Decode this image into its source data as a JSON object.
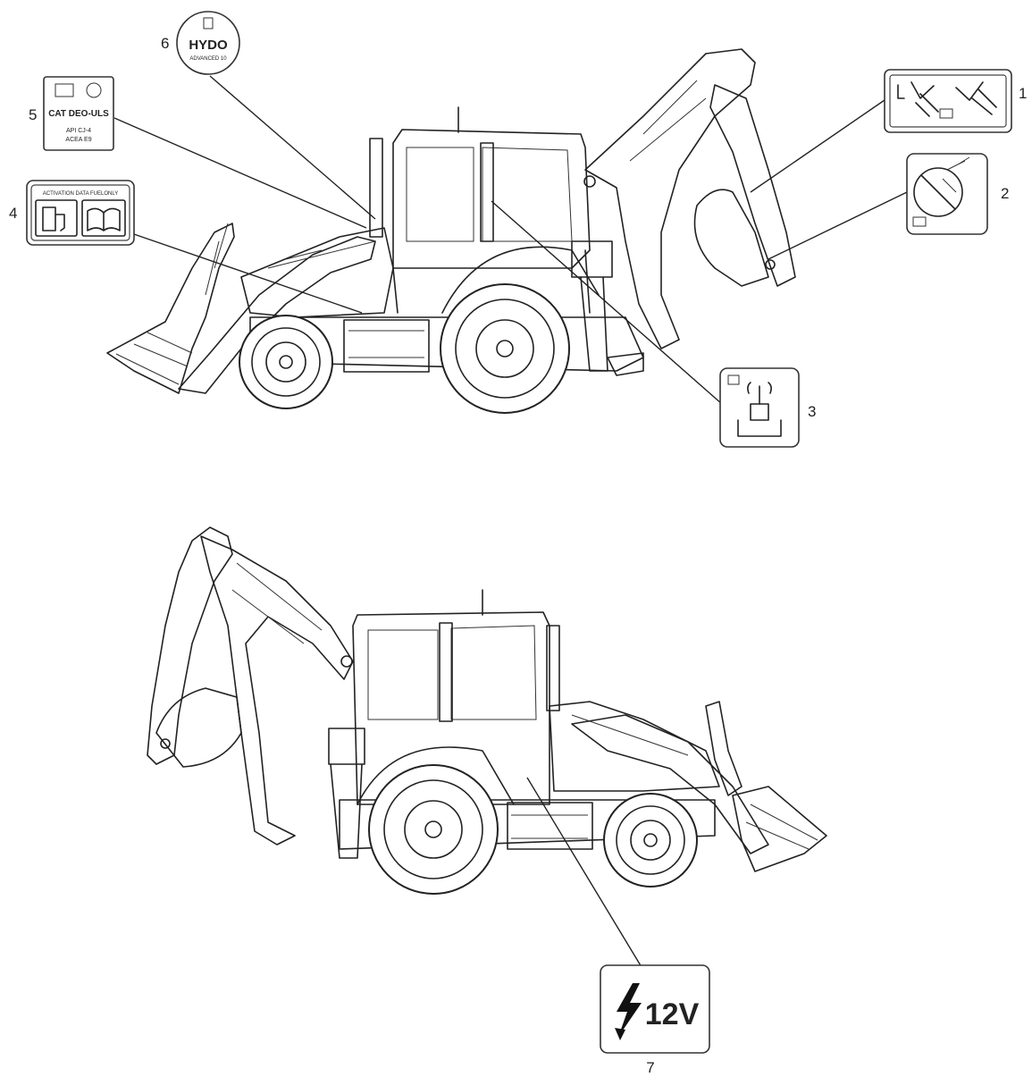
{
  "callouts": [
    {
      "number": "1"
    },
    {
      "number": "2"
    },
    {
      "number": "3"
    },
    {
      "number": "4"
    },
    {
      "number": "5"
    },
    {
      "number": "6"
    },
    {
      "number": "7"
    }
  ],
  "decal_4": {
    "header": "ACTIVATION DATA FUELONLY"
  },
  "decal_5": {
    "line1": "CAT DEO-ULS",
    "line2": "API CJ-4",
    "line3": "ACEA E9"
  },
  "decal_6": {
    "brand": "HYDO",
    "sub": "ADVANCED 10"
  },
  "decal_7": {
    "voltage": "12V"
  },
  "icons": {
    "decal_1": "boom-crush-hazard-icon",
    "decal_2": "no-modification-icon",
    "decal_3": "remote-signal-machine-icon",
    "decal_4": "fuel-manual-icon",
    "decal_7": "lightning-voltage-icon"
  }
}
